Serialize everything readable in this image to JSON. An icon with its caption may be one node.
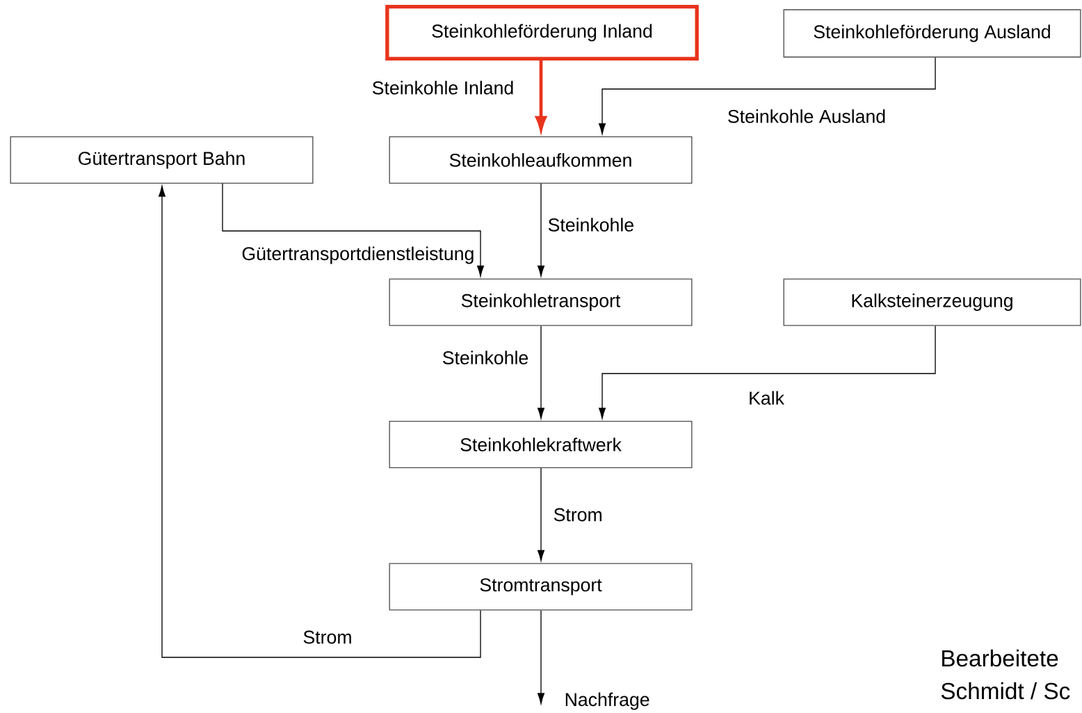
{
  "diagram": {
    "nodes": [
      {
        "text": [
          "Steinkohleförderung Inland"
        ]
      },
      {
        "text": [
          "Steinkohleförderung Ausland"
        ]
      },
      {
        "text": [
          "Gütertransport Bahn"
        ]
      },
      {
        "text": [
          "Steinkohleaufkommen"
        ]
      },
      {
        "text": [
          "Steinkohletransport"
        ]
      },
      {
        "text": [
          "Kalksteinerzeugung"
        ]
      },
      {
        "text": [
          "Steinkohlekraftwerk"
        ]
      },
      {
        "text": [
          "Stromtransport"
        ]
      }
    ],
    "edges": [
      {
        "from": 0,
        "to": 3,
        "arrow": "to",
        "label": "Steinkohle Inland",
        "style": "thick",
        "color": "#e8341c"
      },
      {
        "from": 1,
        "to": 3,
        "arrow": "to",
        "label": "Steinkohle Ausland"
      },
      {
        "from": 3,
        "to": 4,
        "arrow": "to",
        "label": "Steinkohle"
      },
      {
        "from": 2,
        "to": 4,
        "arrow": "to",
        "label": "Gütertransportdienstleistung"
      },
      {
        "from": 4,
        "to": 6,
        "arrow": "to",
        "label": "Steinkohle"
      },
      {
        "from": 5,
        "to": 6,
        "arrow": "to",
        "label": "Kalk"
      },
      {
        "from": 6,
        "to": 7,
        "arrow": "to",
        "label": "Strom"
      },
      {
        "from": 7,
        "to": 2,
        "arrow": "to",
        "label": "Strom"
      },
      {
        "from": 7,
        "to": null,
        "arrow": "to",
        "label": "Nachfrage"
      }
    ],
    "labels": [
      "Bearbeitete",
      "Schmidt / Sc"
    ]
  }
}
